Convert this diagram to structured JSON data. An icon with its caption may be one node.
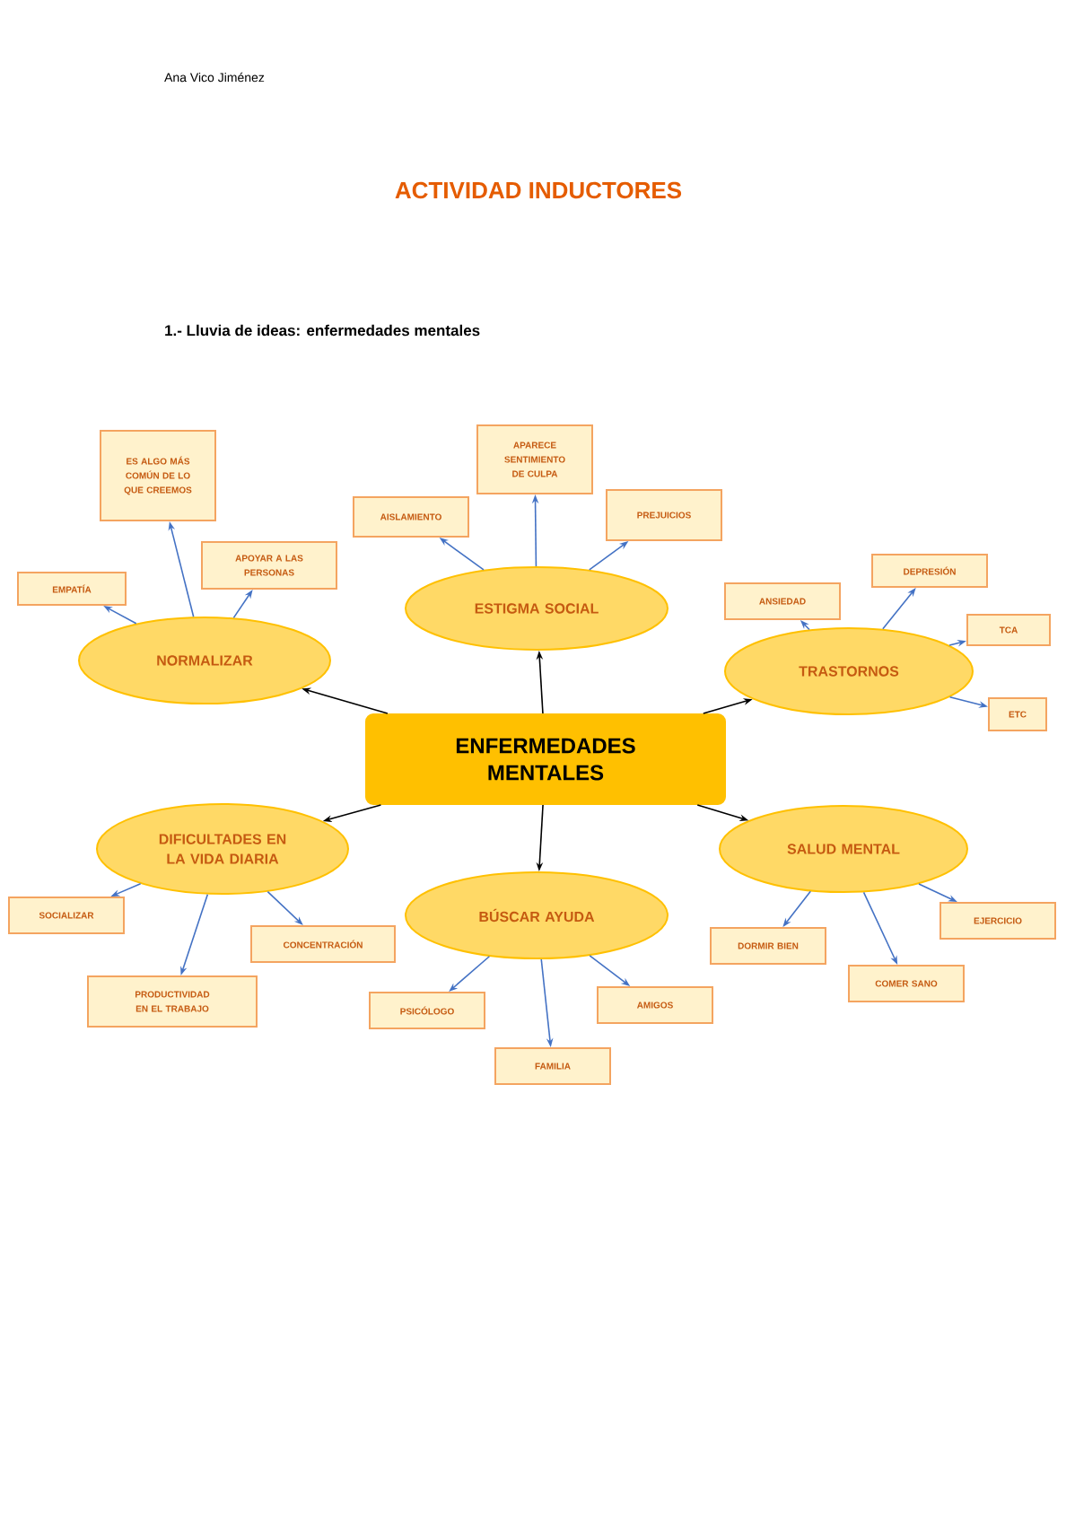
{
  "diagram": {
    "title": "ACTIVIDAD INDUCTORES",
    "nodes": [
      {
        "text": [
          "ENFERMEDADES MENTALES"
        ]
      },
      {
        "text": [
          "NORMALIZAR"
        ]
      },
      {
        "text": [
          "ESTIGMA SOCIAL"
        ]
      },
      {
        "text": [
          "TRASTORNOS"
        ]
      },
      {
        "text": [
          "DIFICULTADES EN LA VIDA DIARIA"
        ]
      },
      {
        "text": [
          "BÚSCAR AYUDA"
        ]
      },
      {
        "text": [
          "SALUD MENTAL"
        ]
      },
      {
        "text": [
          "EMPATÍA"
        ]
      },
      {
        "text": [
          "ES ALGO MÁS COMÚN DE LO QUE CREEMOS"
        ]
      },
      {
        "text": [
          "APOYAR A LAS PERSONAS"
        ]
      },
      {
        "text": [
          "AISLAMIENTO"
        ]
      },
      {
        "text": [
          "APARECE SENTIMIENTO DE CULPA"
        ]
      },
      {
        "text": [
          "PREJUICIOS"
        ]
      },
      {
        "text": [
          "ANSIEDAD"
        ]
      },
      {
        "text": [
          "DEPRESIÓN"
        ]
      },
      {
        "text": [
          "TCA"
        ]
      },
      {
        "text": [
          "ETC"
        ]
      },
      {
        "text": [
          "SOCIALIZAR"
        ]
      },
      {
        "text": [
          "PRODUCTIVIDAD EN EL TRABAJO"
        ]
      },
      {
        "text": [
          "CONCENTRACIÓN"
        ]
      },
      {
        "text": [
          "PSICÓLOGO"
        ]
      },
      {
        "text": [
          "FAMILIA"
        ]
      },
      {
        "text": [
          "AMIGOS"
        ]
      },
      {
        "text": [
          "DORMIR BIEN"
        ]
      },
      {
        "text": [
          "COMER SANO"
        ]
      },
      {
        "text": [
          "EJERCICIO"
        ]
      }
    ],
    "edges": [
      {
        "from": 0,
        "to": 1,
        "arrow": "to",
        "color": "#000000"
      },
      {
        "from": 0,
        "to": 2,
        "arrow": "to",
        "color": "#000000"
      },
      {
        "from": 0,
        "to": 3,
        "arrow": "to",
        "color": "#000000"
      },
      {
        "from": 0,
        "to": 4,
        "arrow": "to",
        "color": "#000000"
      },
      {
        "from": 0,
        "to": 5,
        "arrow": "to",
        "color": "#000000"
      },
      {
        "from": 0,
        "to": 6,
        "arrow": "to",
        "color": "#000000"
      },
      {
        "from": 1,
        "to": 7,
        "arrow": "to"
      },
      {
        "from": 1,
        "to": 8,
        "arrow": "to"
      },
      {
        "from": 1,
        "to": 9,
        "arrow": "to"
      },
      {
        "from": 2,
        "to": 10,
        "arrow": "to"
      },
      {
        "from": 2,
        "to": 11,
        "arrow": "to"
      },
      {
        "from": 2,
        "to": 12,
        "arrow": "to"
      },
      {
        "from": 3,
        "to": 13,
        "arrow": "to"
      },
      {
        "from": 3,
        "to": 14,
        "arrow": "to"
      },
      {
        "from": 3,
        "to": 15,
        "arrow": "to"
      },
      {
        "from": 3,
        "to": 16,
        "arrow": "to"
      },
      {
        "from": 4,
        "to": 17,
        "arrow": "to"
      },
      {
        "from": 4,
        "to": 18,
        "arrow": "to"
      },
      {
        "from": 4,
        "to": 19,
        "arrow": "to"
      },
      {
        "from": 5,
        "to": 20,
        "arrow": "to"
      },
      {
        "from": 5,
        "to": 21,
        "arrow": "to"
      },
      {
        "from": 5,
        "to": 22,
        "arrow": "to"
      },
      {
        "from": 6,
        "to": 23,
        "arrow": "to"
      },
      {
        "from": 6,
        "to": 24,
        "arrow": "to"
      },
      {
        "from": 6,
        "to": 25,
        "arrow": "to"
      }
    ],
    "labels": [
      "Ana Vico Jiménez",
      "1.- Lluvia de ideas: enfermedades mentales"
    ]
  }
}
